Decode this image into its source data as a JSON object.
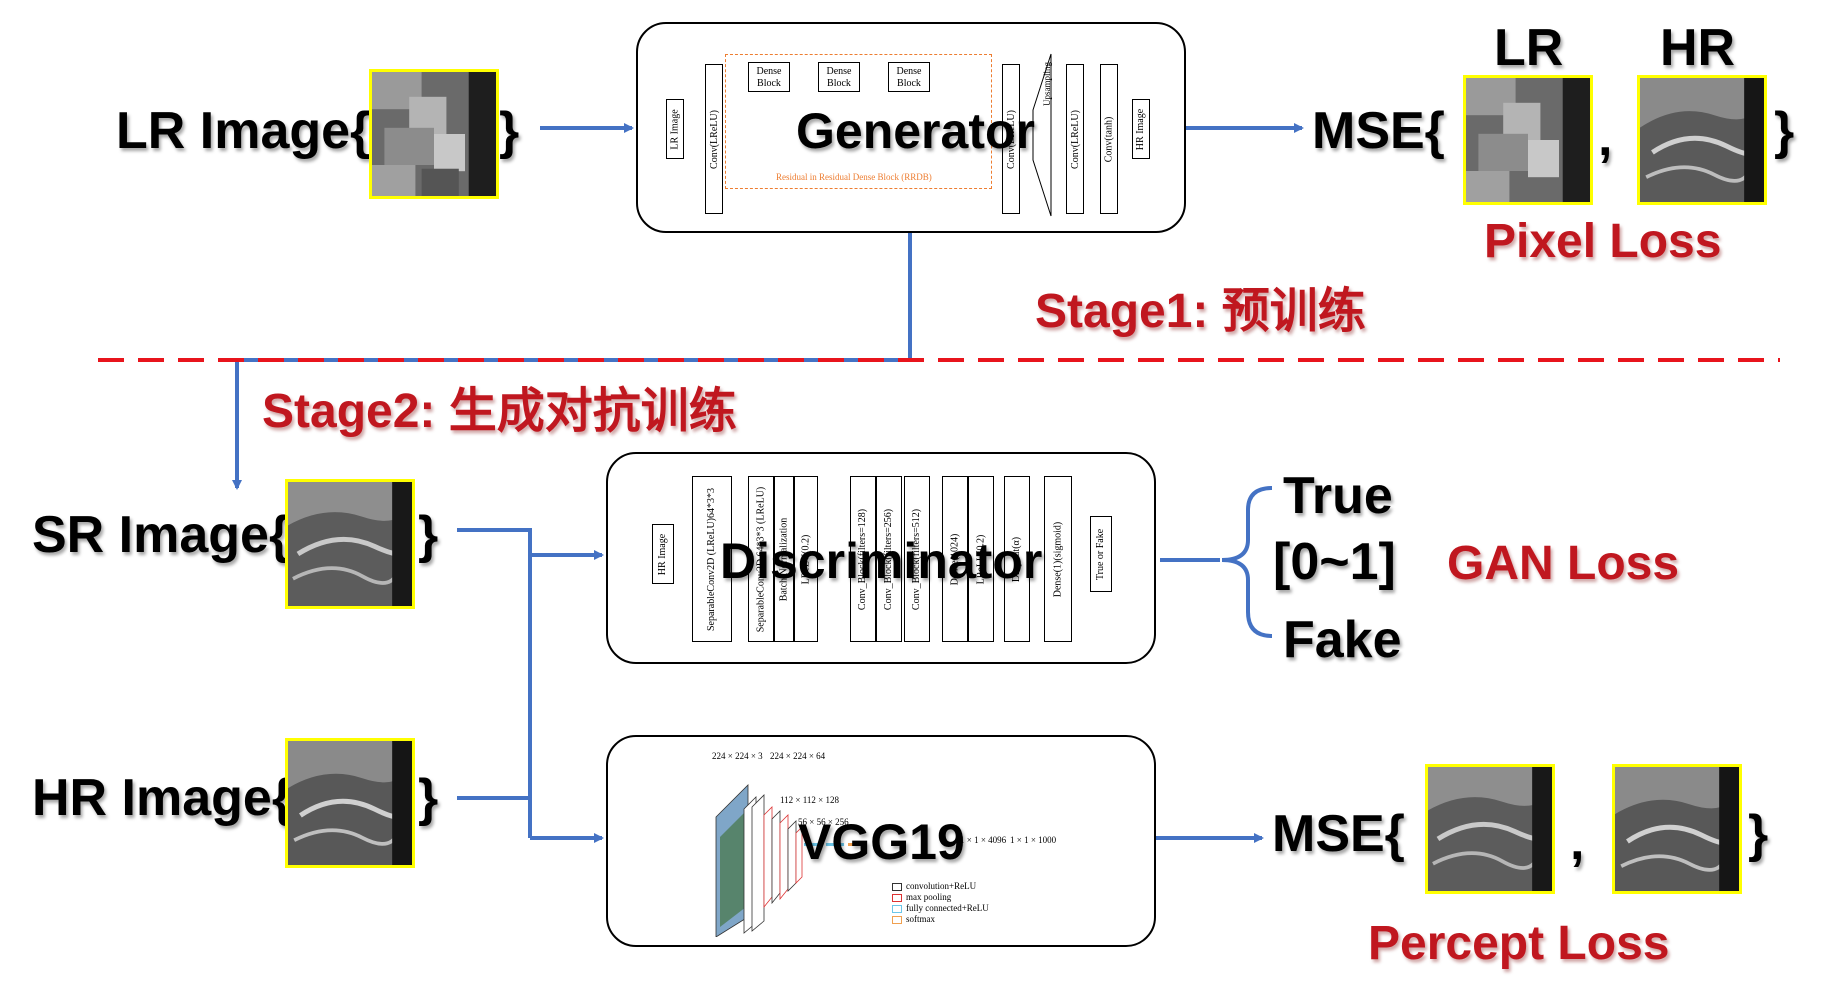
{
  "stage1": {
    "lr_image_label": "LR Image{",
    "close_brace": "}",
    "generator_label": "Generator",
    "generator_layers": [
      "LR Image",
      "Conv(LReLU)",
      "Conv(LReLU)",
      "Upsampling",
      "Conv(LReLU)",
      "Conv(tanh)",
      "HR Image"
    ],
    "dense_block_label": "Dense Block",
    "rrdb_label": "Residual in Residual Dense Block (RRDB)",
    "mse_label": "MSE{",
    "lr_header": "LR",
    "hr_header": "HR",
    "comma": ",",
    "pixel_loss": "Pixel Loss",
    "stage_title": "Stage1: 预训练"
  },
  "stage2": {
    "stage_title": "Stage2: 生成对抗训练",
    "sr_image_label": "SR Image{",
    "hr_image_label": "HR Image{",
    "close_brace": "}",
    "discriminator_label": "Discriminator",
    "discriminator_layers": [
      "HR Image",
      "SeparableConv2D (LReLU)64*3*3",
      "SeparableConv2D 64*3*3 (LReLU)",
      "Batch Normalization",
      "LReLU(0.2)",
      "Conv_Block(filters=128)",
      "Conv_Block(filters=256)",
      "Conv_Block(filters=512)",
      "Dense(1024)",
      "LReLU(0.2)",
      "Dropout(α)",
      "Dense(1)(sigmoid)",
      "True or Fake"
    ],
    "true_label": "True",
    "range_label": "[0~1]",
    "fake_label": "Fake",
    "gan_loss": "GAN Loss",
    "vgg_label": "VGG19",
    "vgg_dims": [
      "224 × 224 × 3",
      "224 × 224 × 64",
      "112 × 112 × 128",
      "56 × 56 × 256",
      "1 × 1 × 4096",
      "1 × 1 × 1000"
    ],
    "vgg_legend": [
      "convolution+ReLU",
      "max pooling",
      "fully connected+ReLU",
      "softmax"
    ],
    "mse_label": "MSE{",
    "comma": ",",
    "percept_loss": "Percept Loss"
  },
  "colors": {
    "arrow": "#4472c4",
    "stage_red": "#c0171f",
    "thumb_border": "#ffff00",
    "rrdb_orange": "#ed7d31"
  }
}
